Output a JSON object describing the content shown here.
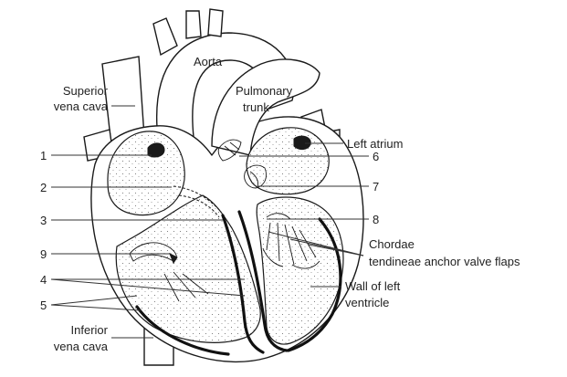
{
  "labels": {
    "aorta": "Aorta",
    "superior_vena_cava": [
      "Superior",
      "vena cava"
    ],
    "pulmonary_trunk": [
      "Pulmonary",
      "trunk"
    ],
    "left_atrium": "Left atrium",
    "chordae": [
      "Chordae",
      "tendineae anchor valve flaps"
    ],
    "wall_left_ventricle": [
      "Wall of left",
      "ventricle"
    ],
    "inferior_vena_cava": [
      "Inferior",
      "vena cava"
    ]
  },
  "numbers": {
    "n1": "1",
    "n2": "2",
    "n3": "3",
    "n4": "4",
    "n5": "5",
    "n6": "6",
    "n7": "7",
    "n8": "8",
    "n9": "9"
  }
}
